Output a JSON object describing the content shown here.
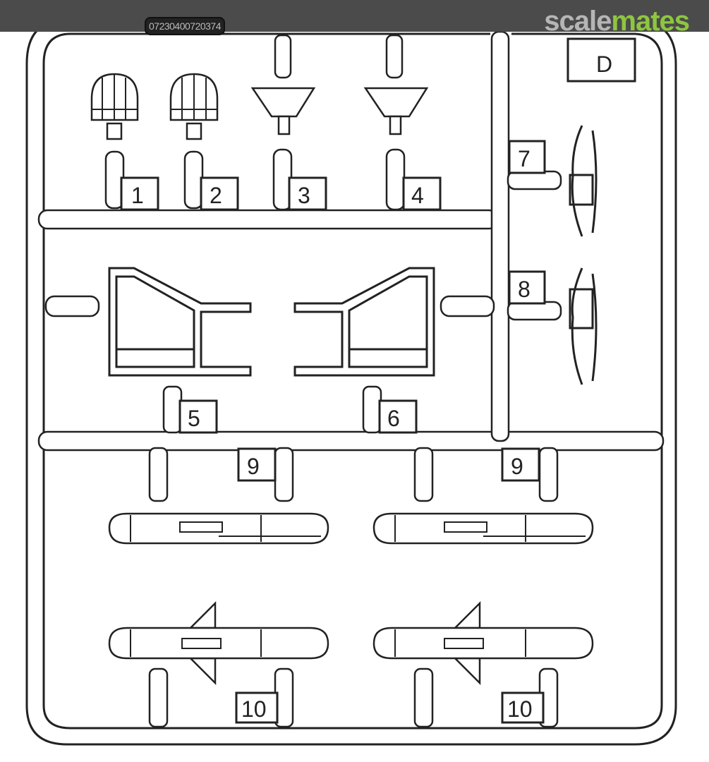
{
  "header": {
    "code": "07230400720374",
    "logo_part1": "scale",
    "logo_part2": "mates"
  },
  "sprue": {
    "letter": "D"
  },
  "parts": [
    "1",
    "2",
    "3",
    "4",
    "5",
    "6",
    "7",
    "8",
    "9",
    "9",
    "10",
    "10"
  ],
  "colors": {
    "band": "#4b4b4b",
    "logo_green": "#8dc63f",
    "logo_gray": "#b5b5b5"
  }
}
